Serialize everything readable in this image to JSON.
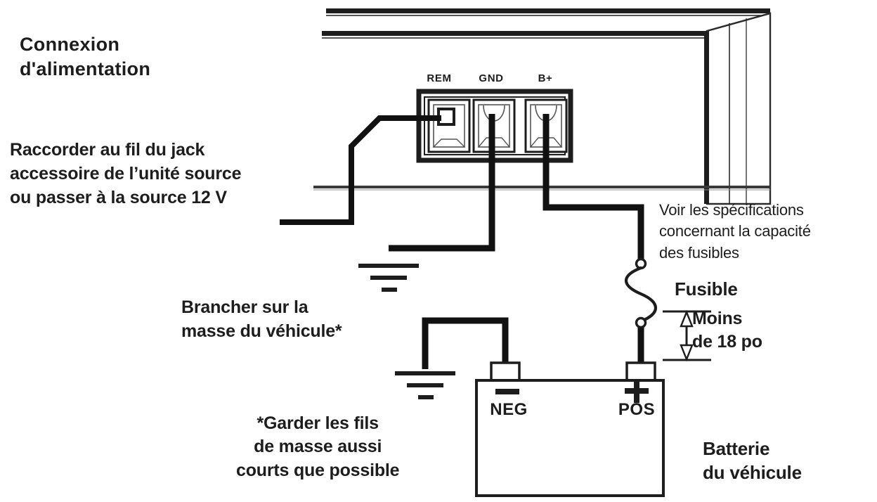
{
  "title": {
    "line1": "Connexion",
    "line2": "d'alimentation"
  },
  "notes": {
    "remote_lead": {
      "line1": "Raccorder au fil du jack",
      "line2": "accessoire de l’unité source",
      "line3": "ou passer à la source 12 V"
    },
    "fuse_spec": {
      "line1": "Voir les spécifications",
      "line2": "concernant la capacité",
      "line3": "des fusibles"
    },
    "chassis_ground": {
      "line1": "Brancher sur la",
      "line2": "masse du véhicule*"
    },
    "ground_wire": {
      "line1": "*Garder les fils",
      "line2": "de masse aussi",
      "line3": "courts que possible"
    }
  },
  "labels": {
    "fusible": "Fusible",
    "distance_line1": "Moins",
    "distance_line2": "de 18 po",
    "battery_line1": "Batterie",
    "battery_line2": "du véhicule"
  },
  "terminal_block": {
    "terminals": [
      {
        "id": "rem",
        "label": "REM"
      },
      {
        "id": "gnd",
        "label": "GND"
      },
      {
        "id": "bplus",
        "label": "B+"
      }
    ]
  },
  "battery": {
    "negative": {
      "symbol": "−",
      "label": "NEG"
    },
    "positive": {
      "symbol": "+",
      "label": "POS"
    }
  },
  "colors": {
    "ink": "#1d1d1d",
    "wire": "#111111",
    "outline": "#2b2b2b",
    "background": "#ffffff"
  },
  "icons": {
    "ground_symbol": "earth-ground-icon",
    "fuse_symbol": "fuse-coil-icon",
    "dimension_arrow": "double-arrow-icon"
  }
}
